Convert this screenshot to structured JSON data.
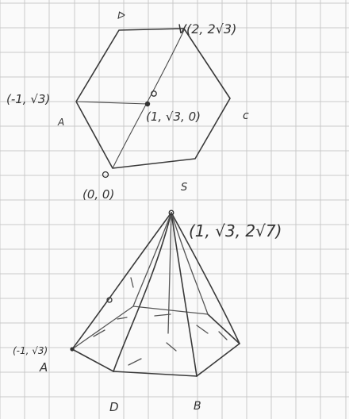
{
  "top_figure": {
    "labels": {
      "top_left_vertex": "ᐅ",
      "top_right_point": "V(2, 2√3)",
      "left_point": "(-1, √3)",
      "left_vertex_letter": "A",
      "center_point": "(1, √3, 0)",
      "right_vertex_letter": "c",
      "origin_point": "(0, 0)"
    }
  },
  "bottom_figure": {
    "labels": {
      "apex_letter": "S",
      "apex_point": "(1, √3, 2√7)",
      "left_point": "(-1, √3)",
      "left_letter": "A",
      "bottom_left_letter": "D",
      "bottom_right_letter": "B"
    }
  }
}
